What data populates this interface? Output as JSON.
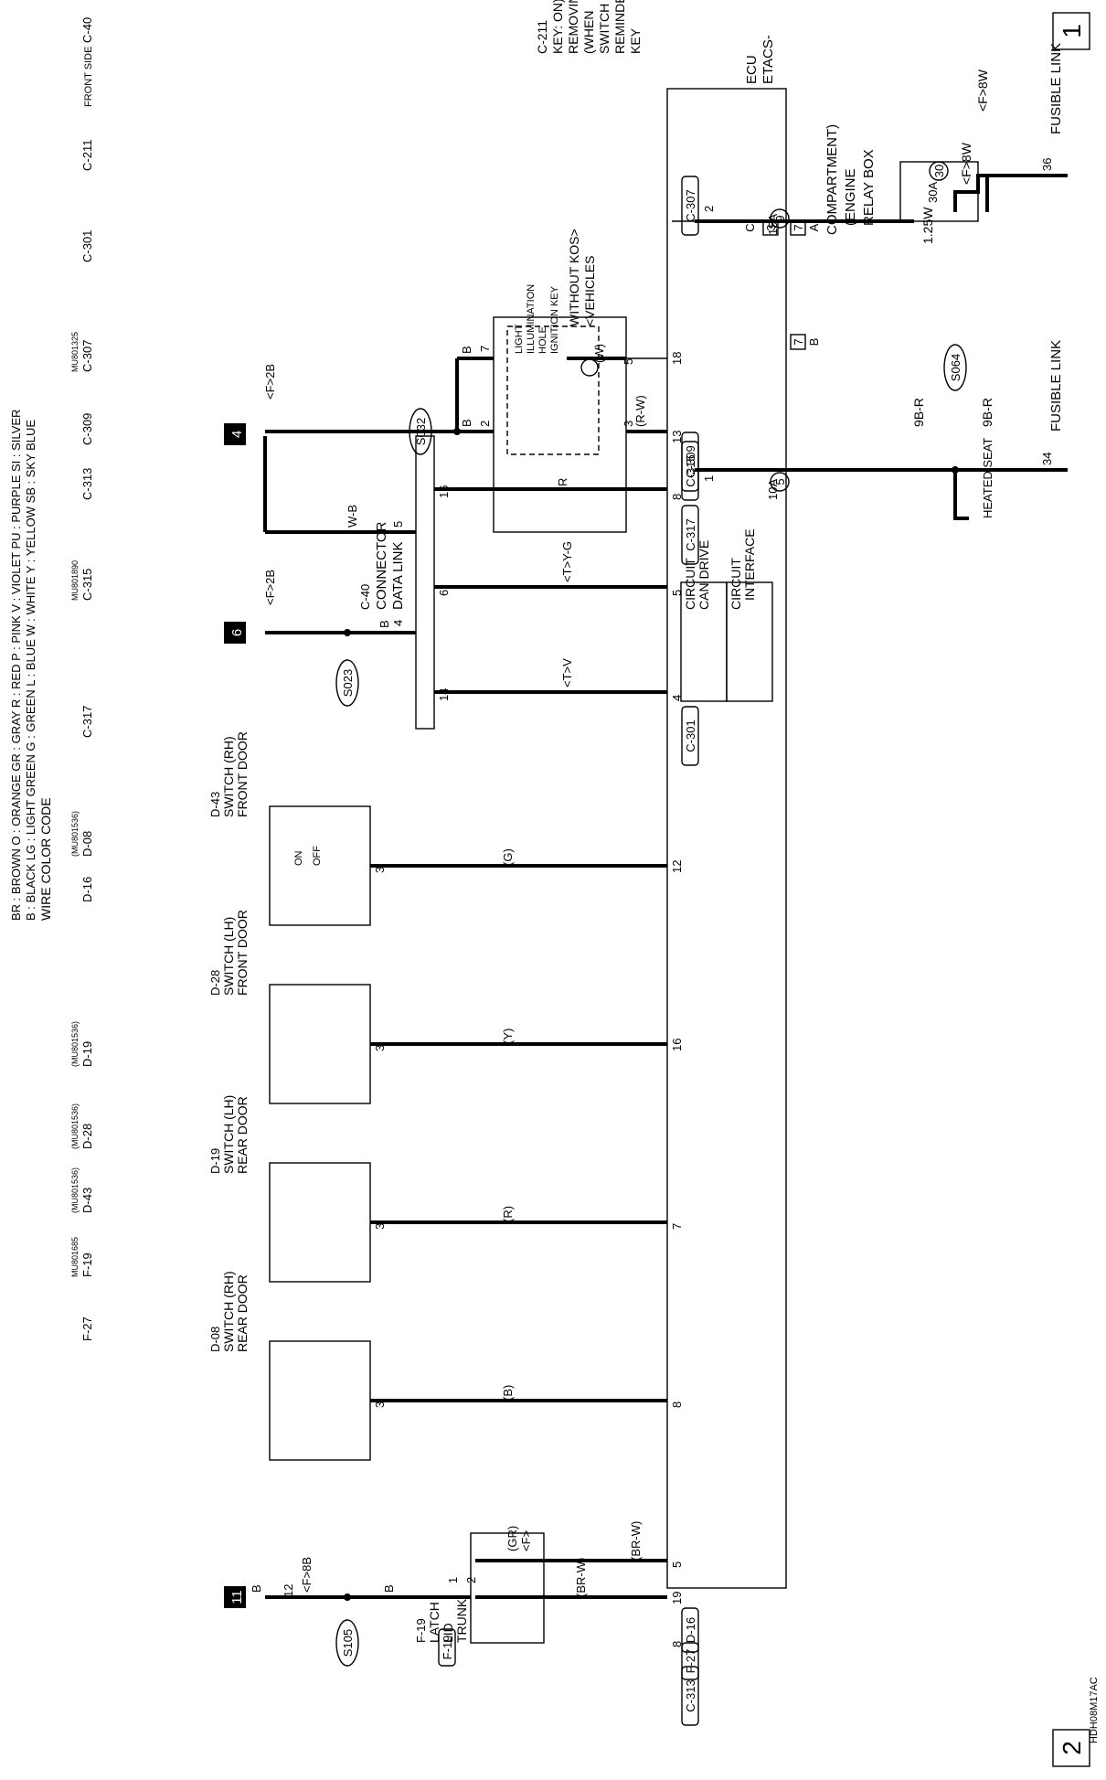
{
  "page": {
    "page_in": "1",
    "page_out": "2",
    "diagram_code": "HDH08M17AC"
  },
  "components": {
    "fusible_link_36": "FUSIBLE LINK",
    "fusible_link_36_no": "36",
    "fusible_link_34": "FUSIBLE LINK",
    "fusible_link_34_no": "34",
    "relay_box_l1": "RELAY BOX",
    "relay_box_l2": "(ENGINE",
    "relay_box_l3": "COMPARTMENT)",
    "heated_seat": "HEATED SEAT",
    "etacs_l1": "ETACS-",
    "etacs_l2": "ECU",
    "key_reminder_l1": "KEY",
    "key_reminder_l2": "REMINDER",
    "key_reminder_l3": "SWITCH",
    "key_reminder_l4": "(WHEN",
    "key_reminder_l5": "REMOVING",
    "key_reminder_l6": "KEY: ON)",
    "key_reminder_conn": "C-211",
    "vehicles_l1": "<VEHICLES",
    "vehicles_l2": "WITHOUT KOS>",
    "ig_key_l1": "IGNITION KEY",
    "ig_key_l2": "HOLE",
    "ig_key_l3": "ILLUMINATION",
    "ig_key_l4": "LIGHT",
    "can_drive_l1": "CAN DRIVE",
    "can_drive_l2": "CIRCUIT",
    "interface_l1": "INTERFACE",
    "interface_l2": "CIRCUIT",
    "dlc_l1": "DATA LINK",
    "dlc_l2": "CONNECTOR",
    "dlc_conn": "C-40",
    "fdsw_rh_l1": "FRONT DOOR",
    "fdsw_rh_l2": "SWITCH (RH)",
    "fdsw_rh_conn": "D-43",
    "fdsw_lh_l1": "FRONT DOOR",
    "fdsw_lh_l2": "SWITCH (LH)",
    "fdsw_lh_conn": "D-28",
    "rdsw_lh_l1": "REAR DOOR",
    "rdsw_lh_l2": "SWITCH (LH)",
    "rdsw_lh_conn": "D-19",
    "rdsw_rh_l1": "REAR DOOR",
    "rdsw_rh_l2": "SWITCH (RH)",
    "rdsw_rh_conn": "D-08",
    "trunk_l1": "TRUNK",
    "trunk_l2": "LID",
    "trunk_l3": "LATCH",
    "trunk_conn": "F-19"
  },
  "fuses": {
    "f30_no": "30",
    "f30_amp": "30A",
    "f9_no": "9",
    "f9_amp": "15A",
    "f5_no": "5",
    "f5_amp": "10A"
  },
  "wires": {
    "f8w_a": "<F>8W",
    "f8w_b": "<F>8W",
    "w125": "1.25W",
    "w9br_a": "9B-R",
    "w9br_b": "9B-R",
    "w_paren": "(W)",
    "rw_paren": "(R-W)",
    "b_7": "B",
    "b_2": "B",
    "f2b_a": "<F>2B",
    "r_wire": "R",
    "wb_wire": "W-B",
    "tyg": "<T>Y-G",
    "tv": "<T>V",
    "b_4": "B",
    "f2b_b": "<F>2B",
    "g_paren": "(G)",
    "y_paren": "(Y)",
    "r_paren": "(R)",
    "b_paren": "(B)",
    "brw_a": "(BR-W)",
    "brw_b": "(BR-W)",
    "f_gr_l1": "<F>",
    "f_gr_l2": "(GR)",
    "b_trunk": "B",
    "f8b": "<F>8B",
    "b_12": "B"
  },
  "connectors": {
    "c307": "C-307",
    "c309": "C-309",
    "c315": "C-315",
    "c317": "C-317",
    "c301": "C-301",
    "c313": "C-313",
    "d16": "D-16",
    "f27": "F-27",
    "f19": "F-19"
  },
  "pins": {
    "p2_c307": "2",
    "p1_c309": "1",
    "p18": "18",
    "p13": "13",
    "p8": "8",
    "p5_c301": "5",
    "p4_c301": "4",
    "p12": "12",
    "p16": "16",
    "p7": "7",
    "p8b": "8",
    "p19": "19",
    "p5_c313": "5",
    "p8_f27": "8",
    "p5_kr": "5",
    "p3_kr": "3",
    "p7_kr": "7",
    "p2_kr": "2",
    "p16_dlc": "16",
    "p5_dlc": "5",
    "p6_dlc": "6",
    "p4_dlc": "4",
    "p14_dlc": "14",
    "p3_d1": "3",
    "p3_d2": "3",
    "p3_d3": "3",
    "p3_d4": "3",
    "p1_trunk": "1",
    "p2_trunk": "2",
    "p12_trunk": "12"
  },
  "splices": {
    "s032": "S032",
    "s023": "S023",
    "s064": "S064",
    "s105": "S105"
  },
  "grounds": {
    "g4": "4",
    "g6": "6",
    "g11": "11"
  },
  "refs": {
    "r7a": "7",
    "r7a_l": "A",
    "r3": "3",
    "r3_l": "C",
    "r7b": "7",
    "r7b_l": "B"
  },
  "switch_labels": {
    "on": "ON",
    "off": "OFF"
  },
  "connector_views": {
    "c40": "C-40",
    "front_side": "FRONT SIDE",
    "c211": "C-211",
    "c301": "C-301",
    "c307": "C-307",
    "c307_part": "MU801325",
    "c309": "C-309",
    "c313": "C-313",
    "c315": "C-315",
    "c315_part": "MU801890",
    "c317": "C-317",
    "d08": "D-08",
    "d08_part": "(MU801536)",
    "d16": "D-16",
    "d19": "D-19",
    "d19_part": "(MU801536)",
    "d28": "D-28",
    "d28_part": "(MU801536)",
    "d43": "D-43",
    "d43_part": "(MU801536)",
    "f19": "F-19",
    "f19_part": "MU801685",
    "f27": "F-27"
  },
  "wire_color_code": {
    "title": "WIRE COLOR CODE",
    "row1": "B : BLACK   LG : LIGHT GREEN   G : GREEN   L : BLUE   W : WHITE   Y : YELLOW   SB : SKY BLUE",
    "row2": "BR : BROWN   O : ORANGE   GR : GRAY   R : RED   P : PINK   V : VIOLET   PU : PURPLE   SI : SILVER"
  }
}
